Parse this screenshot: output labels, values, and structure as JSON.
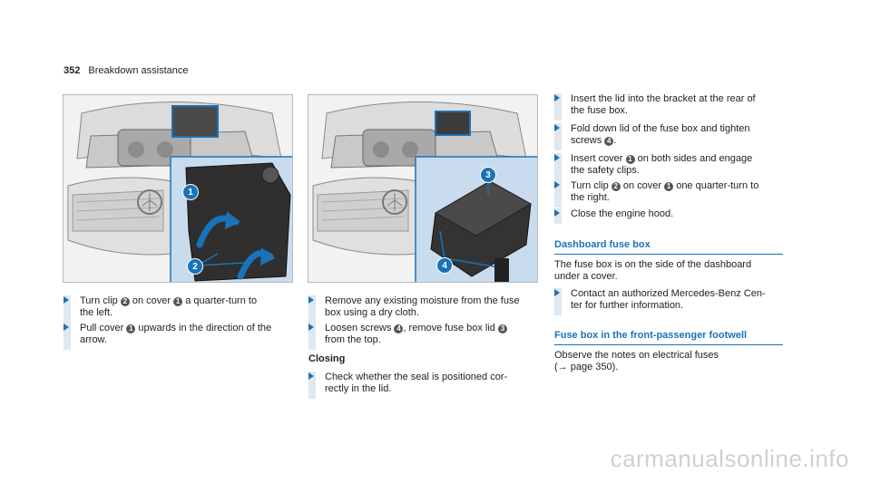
{
  "header": {
    "page_number": "352",
    "section": "Breakdown assistance"
  },
  "colors": {
    "accent": "#1a73b8",
    "step_bar": "#dfe8ef",
    "inset_bg": "#c8dcee",
    "callout": "#555555"
  },
  "figures": {
    "left": {
      "callouts": [
        "1",
        "2"
      ]
    },
    "middle": {
      "callouts": [
        "3",
        "4"
      ]
    }
  },
  "col1": {
    "step1": {
      "t1": "Turn clip ",
      "c1": "2",
      "t2": " on cover ",
      "c2": "1",
      "t3": " a quarter-turn to",
      "line2": "the left."
    },
    "step2": {
      "t1": "Pull cover ",
      "c1": "1",
      "t2": " upwards in the direction of the",
      "line2": "arrow."
    }
  },
  "col2": {
    "step1": {
      "line1": "Remove any existing moisture from the fuse",
      "line2": "box using a dry cloth."
    },
    "step2": {
      "t1": "Loosen screws ",
      "c1": "4",
      "t2": ", remove fuse box lid ",
      "c2": "3",
      "line2": "from the top."
    },
    "closing": "Closing",
    "step3": {
      "line1": "Check whether the seal is positioned cor-",
      "line2": "rectly in the lid."
    }
  },
  "col3": {
    "step1": {
      "line1": "Insert the lid into the bracket at the rear of",
      "line2": "the fuse box."
    },
    "step2": {
      "line1": "Fold down lid of the fuse box and tighten",
      "t1": "screws ",
      "c1": "4",
      "t2": "."
    },
    "step3": {
      "t1": "Insert cover ",
      "c1": "1",
      "t2": " on both sides and engage",
      "line2": "the safety clips."
    },
    "step4": {
      "t1": "Turn clip ",
      "c1": "2",
      "t2": " on cover ",
      "c2": "1",
      "t3": " one quarter-turn to",
      "line2": "the right."
    },
    "step5": {
      "line1": "Close the engine hood."
    },
    "dashboard": {
      "title": "Dashboard fuse box",
      "para_line1": "The fuse box is on the side of the dashboard",
      "para_line2": "under a cover.",
      "step_line1": "Contact an authorized Mercedes-Benz Cen-",
      "step_line2": "ter for further information."
    },
    "footwell": {
      "title": "Fuse box in the front-passenger footwell",
      "line1": "Observe the notes on electrical fuses",
      "line2": "(→ page 350)."
    }
  },
  "watermark": "carmanualsonline.info"
}
